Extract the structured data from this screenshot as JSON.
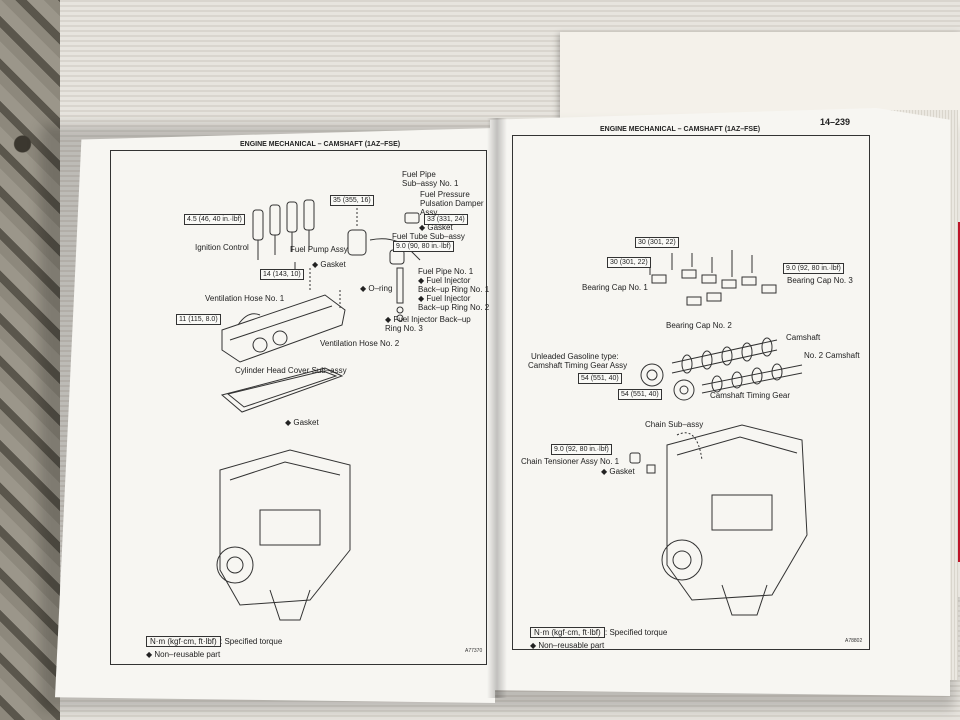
{
  "left_page": {
    "header": "ENGINE MECHANICAL  –  CAMSHAFT (1AZ–FSE)",
    "code": "A77370",
    "labels": {
      "fuel_pipe_sub": "Fuel Pipe\nSub–assy No. 1",
      "fuel_pressure": "Fuel Pressure\nPulsation Damper\nAssy",
      "gasket_top": "◆ Gasket",
      "fuel_tube": "Fuel Tube Sub–assy",
      "ignition_control": "Ignition Control",
      "fuel_pump_assy": "Fuel Pump Assy",
      "gasket_mid": "◆ Gasket",
      "fuel_pipe_no1": "Fuel Pipe No. 1",
      "fuel_injector": "◆ Fuel Injector",
      "backup_ring1": "Back–up Ring No. 1",
      "fuel_injector2": "◆ Fuel Injector\nBack–up Ring No. 2",
      "o_ring": "◆ O–ring",
      "fuel_injector_backup3": "◆ Fuel Injector Back–up\nRing No. 3",
      "vent_hose1": "Ventilation Hose No. 1",
      "vent_hose2": "Ventilation Hose No. 2",
      "cyl_head_cover": "Cylinder Head Cover Sub–assy",
      "gasket_bottom": "◆ Gasket"
    },
    "torques": {
      "t1": "4.5 (46, 40 in.·lbf)",
      "t2": "35 (355, 16)",
      "t3": "33 (331, 24)",
      "t4": "9.0 (90, 80 in.·lbf)",
      "t5": "14 (143, 10)",
      "t6": "11 (115, 8.0)"
    },
    "legend": {
      "key": "N·m (kgf·cm, ft·lbf)",
      "specified": ": Specified torque",
      "nonreusable": "◆ Non–reusable part"
    }
  },
  "right_page": {
    "header": "ENGINE MECHANICAL  –  CAMSHAFT (1AZ–FSE)",
    "page_number": "14–239",
    "code": "A78802",
    "labels": {
      "bearing_cap1": "Bearing Cap No. 1",
      "bearing_cap2": "Bearing Cap No. 2",
      "bearing_cap3": "Bearing Cap No. 3",
      "camshaft": "Camshaft",
      "no2_camshaft": "No. 2 Camshaft",
      "unleaded": "Unleaded Gasoline type:",
      "timing_gear_assy": "Camshaft Timing Gear Assy",
      "timing_gear": "Camshaft Timing Gear",
      "chain_sub": "Chain Sub–assy",
      "chain_tensioner": "Chain Tensioner Assy No. 1",
      "gasket": "◆ Gasket"
    },
    "torques": {
      "t1": "30 (301, 22)",
      "t2": "30 (301, 22)",
      "t3": "9.0 (92, 80 in.·lbf)",
      "t4": "54 (551, 40)",
      "t5": "54 (551, 40)",
      "t6": "9.0 (92, 80 in.·lbf)"
    },
    "legend": {
      "key": "N·m (kgf·cm, ft·lbf)",
      "specified": ": Specified torque",
      "nonreusable": "◆ Non–reusable part"
    }
  },
  "background_book": {
    "title_fragment": "IT"
  }
}
